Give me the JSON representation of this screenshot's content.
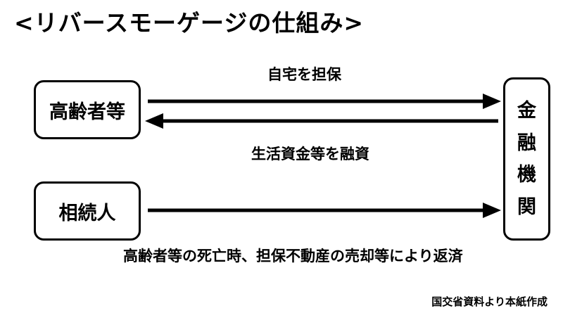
{
  "title": "<リバースモーゲージの仕組み>",
  "nodes": {
    "elderly": "高齢者等",
    "heir": "相続人",
    "bank_chars": [
      "金",
      "融",
      "機",
      "関"
    ]
  },
  "edges": {
    "collateral": "自宅を担保",
    "loan": "生活資金等を融資",
    "repayment": "高齢者等の死亡時、担保不動産の売却等により返済"
  },
  "source": "国交省資料より本紙作成"
}
